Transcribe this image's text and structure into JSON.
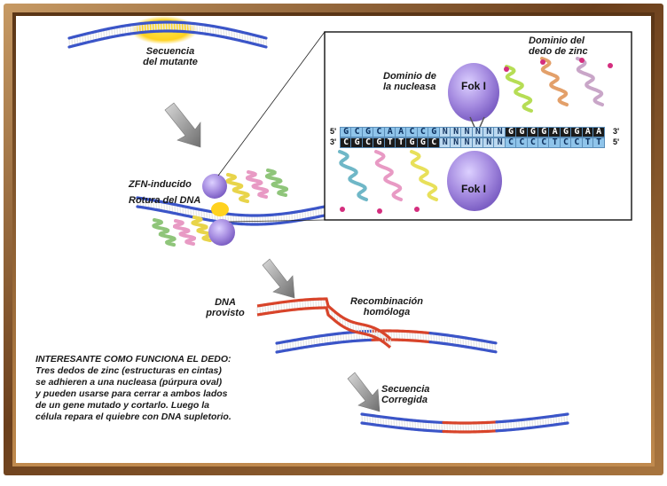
{
  "labels": {
    "mutant_sequence": [
      "Secuencia",
      "del mutante"
    ],
    "zfn_induced": "ZFN-inducido",
    "dna_break": "Rotura del DNA",
    "nuclease_domain": [
      "Dominio de",
      "la nucleasa"
    ],
    "zinc_finger_domain": [
      "Dominio del",
      "dedo de zinc"
    ],
    "fok_top": "Fok I",
    "fok_bottom": "Fok I",
    "dna_provided": [
      "DNA",
      "provisto"
    ],
    "homologous_recombination": [
      "Recombinación",
      "homóloga"
    ],
    "corrected_sequence": [
      "Secuencia",
      "Corregida"
    ]
  },
  "dna_sequence": {
    "top_strand": [
      "G",
      "C",
      "G",
      "C",
      "A",
      "A",
      "C",
      "C",
      "G",
      "N",
      "N",
      "N",
      "N",
      "N",
      "N",
      "G",
      "G",
      "G",
      "G",
      "A",
      "G",
      "G",
      "A",
      "A"
    ],
    "bottom_strand": [
      "C",
      "G",
      "C",
      "G",
      "T",
      "T",
      "G",
      "G",
      "C",
      "N",
      "N",
      "N",
      "N",
      "N",
      "N",
      "C",
      "C",
      "C",
      "C",
      "T",
      "C",
      "C",
      "T",
      "T"
    ],
    "top_left_end": "5'",
    "top_right_end": "3'",
    "bottom_left_end": "3'",
    "bottom_right_end": "5'"
  },
  "note": {
    "lines": [
      "INTERESANTE COMO FUNCIONA EL DEDO:",
      "Tres dedos de zinc (estructuras en cintas)",
      "se adhieren a una nucleasa (púrpura oval)",
      "y pueden usarse para cerrar a ambos lados",
      "de un gene mutado y cortarlo. Luego la",
      "célula repara el quiebre con DNA supletorio."
    ]
  },
  "colors": {
    "frame": "#7a4a22",
    "dna_blue": "#3b55c8",
    "dna_red": "#d8442a",
    "rung": "#e8e8e8",
    "nuclease": "#a58be0",
    "mutation_glow": "#ffd21f",
    "arrow": "#8a8a8a"
  }
}
